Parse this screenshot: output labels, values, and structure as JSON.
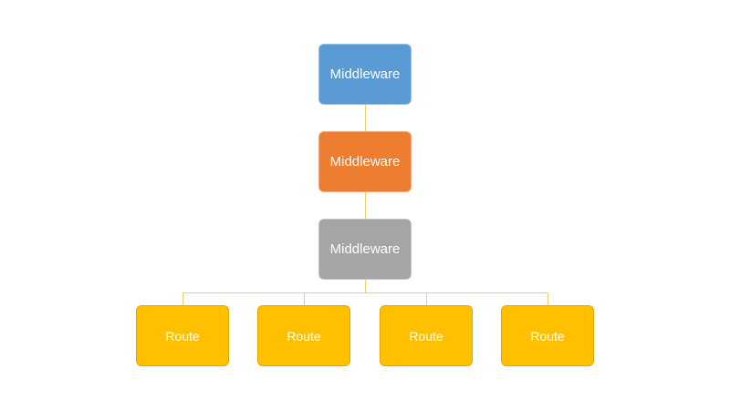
{
  "colors": {
    "middleware_1": "#5b9bd5",
    "middleware_2": "#ed7d31",
    "middleware_3": "#a5a5a5",
    "route": "#ffc000",
    "connector": "#f4cd6e"
  },
  "middleware": [
    {
      "label": "Middleware"
    },
    {
      "label": "Middleware"
    },
    {
      "label": "Middleware"
    }
  ],
  "routes": [
    {
      "label": "Route"
    },
    {
      "label": "Route"
    },
    {
      "label": "Route"
    },
    {
      "label": "Route"
    }
  ]
}
